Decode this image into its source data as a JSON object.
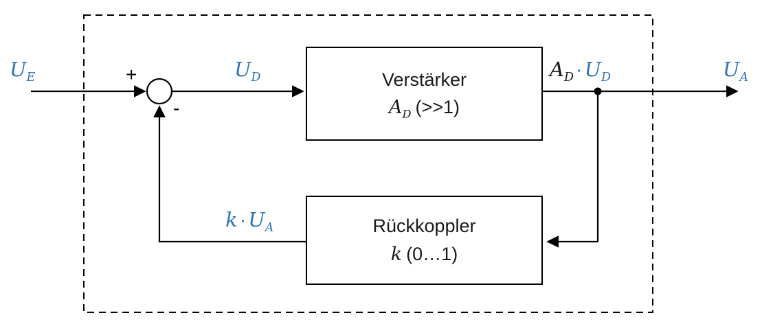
{
  "diagram": {
    "colors": {
      "signal": "#2E75B6",
      "line": "#000000"
    },
    "labels": {
      "input": {
        "base": "U",
        "sub": "E"
      },
      "error": {
        "base": "U",
        "sub": "D"
      },
      "product": {
        "a": "A",
        "a_sub": "D",
        "dot": "·",
        "u": "U",
        "u_sub": "D"
      },
      "output": {
        "base": "U",
        "sub": "A"
      },
      "feedback": {
        "k": "k",
        "dot": "·",
        "u": "U",
        "u_sub": "A"
      }
    },
    "summing": {
      "plus": "+",
      "minus": "-"
    },
    "blocks": {
      "amplifier": {
        "title": "Verstärker",
        "var": "A",
        "var_sub": "D",
        "range": "(>>1)"
      },
      "feedback": {
        "title": "Rückkoppler",
        "var": "k",
        "range": "(0…1)"
      }
    }
  }
}
